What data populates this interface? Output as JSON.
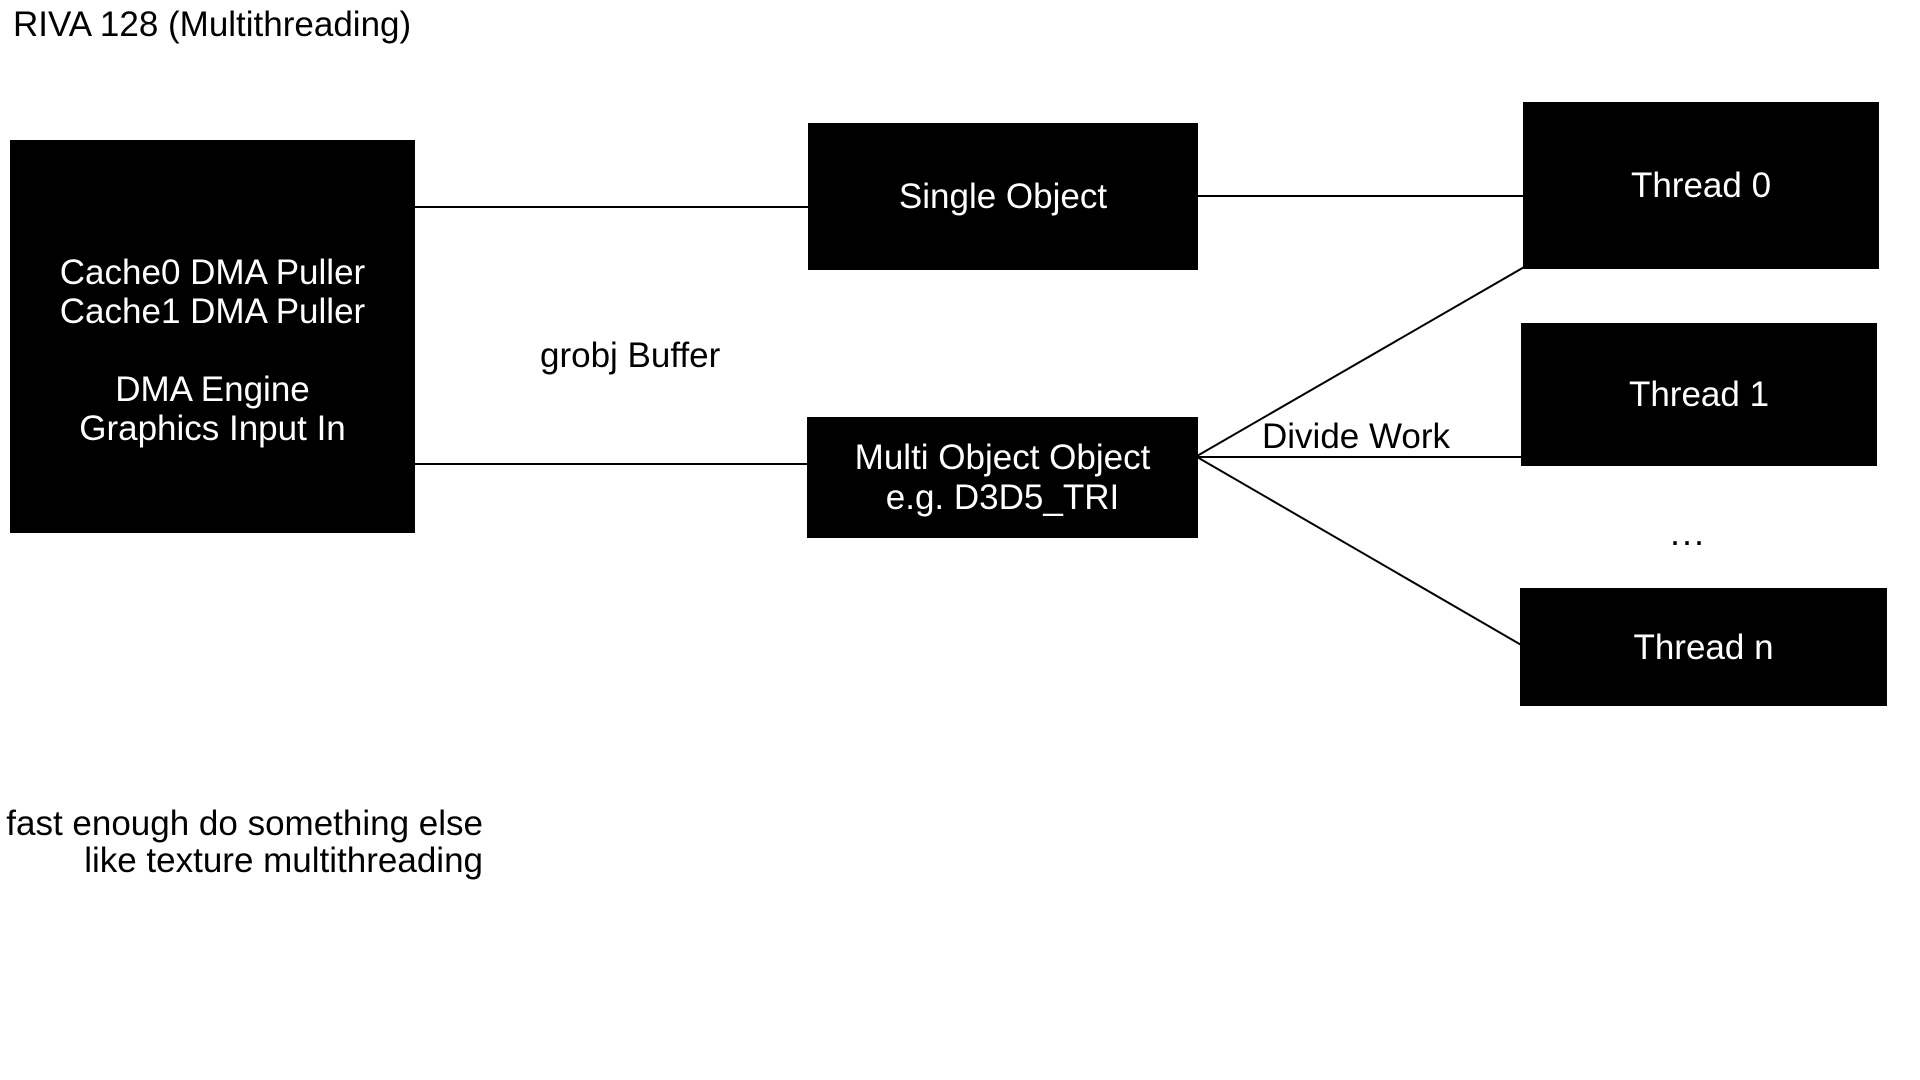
{
  "title": "RIVA 128 (Multithreading)",
  "colors": {
    "background": "#ffffff",
    "box_fill": "#000000",
    "box_text": "#ffffff",
    "line": "#000000",
    "text": "#000000"
  },
  "nodes": {
    "dma": {
      "lines": [
        "Cache0 DMA Puller",
        "Cache1 DMA Puller",
        "",
        "DMA Engine",
        "Graphics Input In"
      ]
    },
    "single_object": {
      "label": "Single Object"
    },
    "multi_object": {
      "lines": [
        "Multi Object Object",
        "e.g. D3D5_TRI"
      ]
    },
    "thread0": {
      "label": "Thread 0"
    },
    "thread1": {
      "label": "Thread 1"
    },
    "thread_n": {
      "label": "Thread n"
    },
    "ellipsis": "..."
  },
  "labels": {
    "grobj_buffer": "grobj Buffer",
    "divide_work": "Divide Work"
  },
  "note": {
    "line1": "If it's not fast enough do something else",
    "line2": "like texture multithreading"
  },
  "edges": [
    {
      "from": "dma-box",
      "to": "single-object-box"
    },
    {
      "from": "dma-box",
      "to": "multi-object-box"
    },
    {
      "from": "single-object-box",
      "to": "thread0-box"
    },
    {
      "from": "multi-object-box",
      "to": "thread0-box",
      "label": "Divide Work"
    },
    {
      "from": "multi-object-box",
      "to": "thread1-box",
      "label": "Divide Work"
    },
    {
      "from": "multi-object-box",
      "to": "thread-n-box",
      "label": "Divide Work"
    }
  ]
}
